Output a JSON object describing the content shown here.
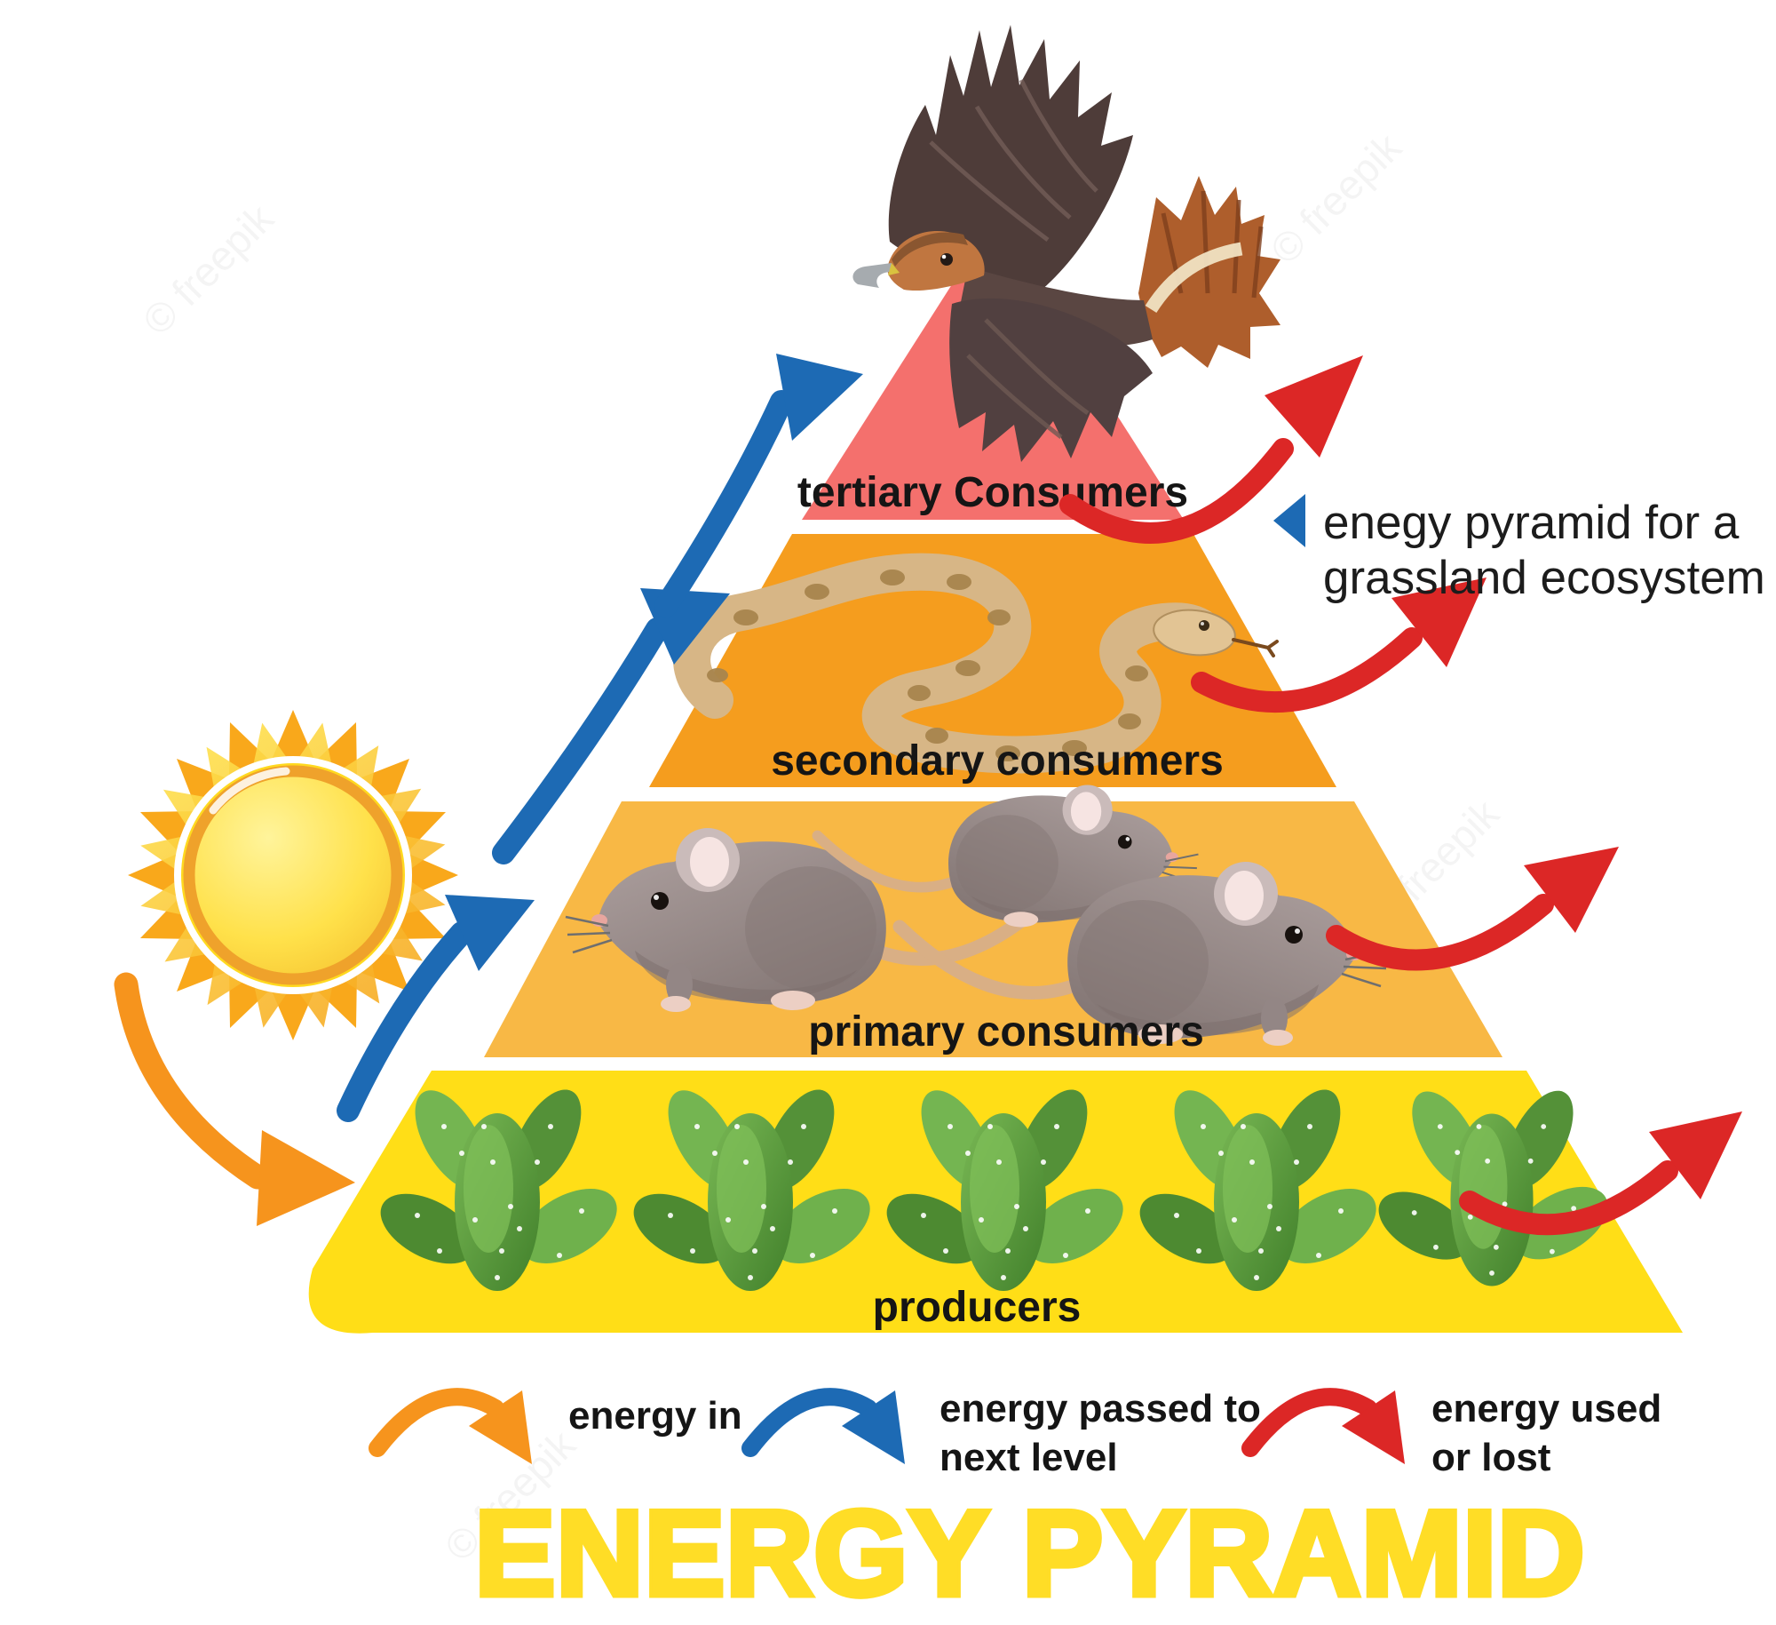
{
  "page": {
    "background": "#FFFFFF"
  },
  "title": {
    "text": "ENERGY PYRAMID",
    "color": "#FFDD26"
  },
  "annotation": {
    "line1": "enegy pyramid for a",
    "line2": "grassland ecosystem",
    "pointer_color": "#1D6AB4"
  },
  "pyramid": {
    "tiers": [
      {
        "label": "tertiary Consumers",
        "color": "#F4706D",
        "organism": "eagle"
      },
      {
        "label": "secondary consumers",
        "color": "#F59D1E",
        "organism": "snake"
      },
      {
        "label": "primary consumers",
        "color": "#F8B845",
        "organism": "mice"
      },
      {
        "label": "producers",
        "color": "#FFDE17",
        "organism": "cacti"
      }
    ]
  },
  "arrows": {
    "energy_in": "#F6941D",
    "energy_passed": "#1D6AB4",
    "energy_lost": "#DC2726"
  },
  "legend": {
    "items": [
      {
        "line1": "energy in",
        "line2": "",
        "color": "#F6941D"
      },
      {
        "line1": "energy passed to",
        "line2": "next level",
        "color": "#1D6AB4"
      },
      {
        "line1": "energy used",
        "line2": "or lost",
        "color": "#DC2726"
      }
    ]
  },
  "sun": {
    "disc_color": "#F8C92F",
    "ray_color": "#F9A81B",
    "ring_color": "#EFA22B"
  },
  "icons": {
    "sun": "☀",
    "eagle": "🦅",
    "snake": "🐍",
    "mouse": "🐁",
    "cactus": "🌵"
  },
  "watermark": {
    "label": "© freepik"
  }
}
